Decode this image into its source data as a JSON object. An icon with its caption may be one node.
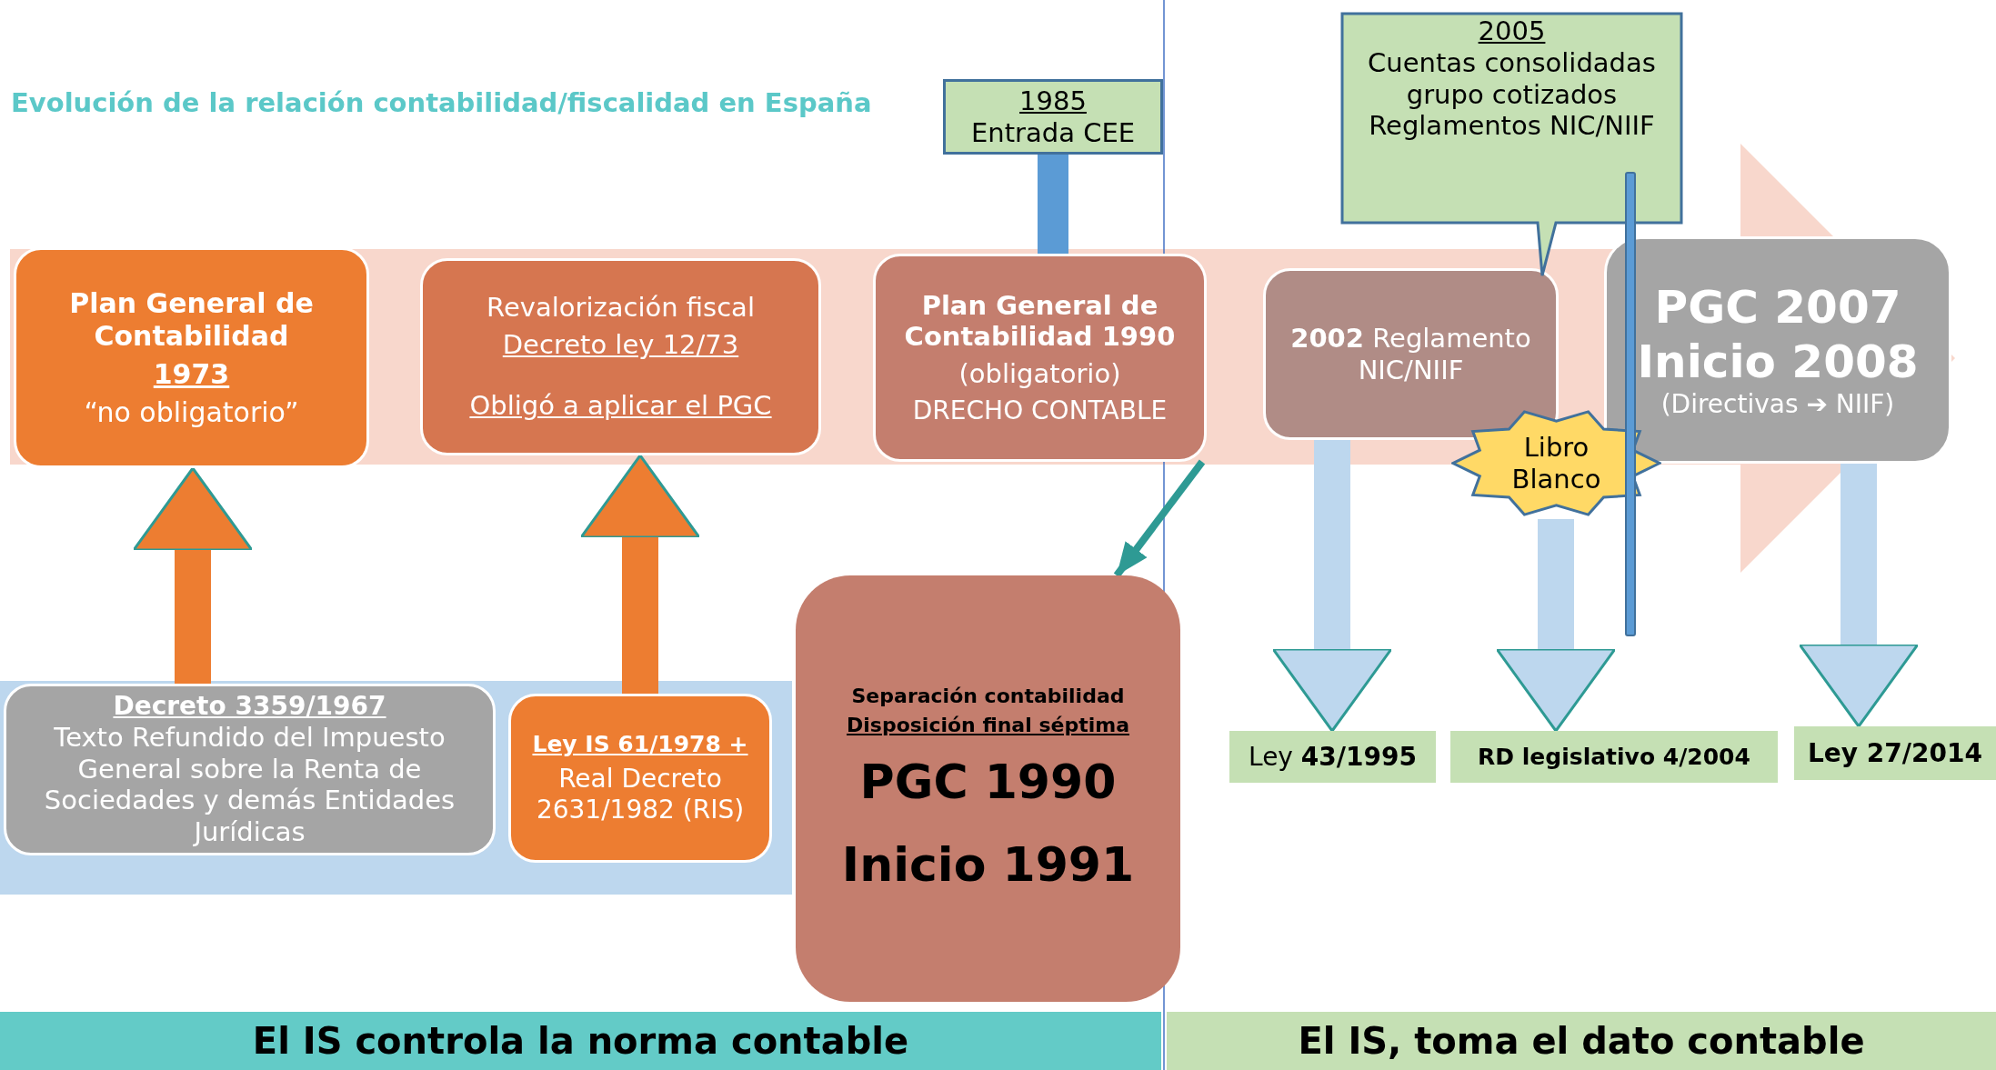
{
  "diagram": {
    "title": "Evolución de la relación contabilidad/fiscalidad en España",
    "nodes": [
      {
        "text": [
          "Plan General de Contabilidad",
          "1973",
          "“no obligatorio”"
        ]
      },
      {
        "text": [
          "Revalorización fiscal",
          "Decreto ley 12/73",
          "Obligó a aplicar el PGC"
        ]
      },
      {
        "text": [
          "Plan General de Contabilidad 1990",
          "(obligatorio)",
          "DRECHO CONTABLE"
        ]
      },
      {
        "text": [
          "1985",
          "Entrada CEE"
        ]
      },
      {
        "text": [
          "**2002** Reglamento NIC/NIIF"
        ]
      },
      {
        "text": [
          "2005",
          "Cuentas consolidadas grupo cotizados Reglamentos NIC/NIIF"
        ]
      },
      {
        "text": [
          "PGC 2007 Inicio 2008",
          "(Directivas ➔ NIIF)"
        ]
      },
      {
        "text": [
          "Libro Blanco"
        ]
      },
      {
        "text": [
          "Decreto 3359/1967",
          "Texto Refundido del Impuesto General sobre la Renta de Sociedades y demás Entidades Jurídicas"
        ]
      },
      {
        "text": [
          "Ley IS 61/1978 +",
          "Real Decreto 2631/1982 (RIS)"
        ]
      },
      {
        "text": [
          "Separación contabilidad",
          "Disposición final séptima",
          "PGC 1990",
          "Inicio 1991"
        ]
      },
      {
        "text": [
          "Ley **43/1995**"
        ]
      },
      {
        "text": [
          "RD legislativo 4/2004"
        ]
      },
      {
        "text": [
          "Ley 27/2014"
        ]
      },
      {
        "text": [
          "El IS controla la norma contable"
        ]
      },
      {
        "text": [
          "El IS, toma el dato contable"
        ]
      },
      {
        "text": [],
        "shape": "bar"
      }
    ],
    "edges": [
      {
        "from": 8,
        "to": 0,
        "arrow": "to",
        "color": "#ed7d31"
      },
      {
        "from": 9,
        "to": 1,
        "arrow": "to",
        "color": "#ed7d31"
      },
      {
        "from": 2,
        "to": 10,
        "arrow": "to",
        "color": "#2e9a94"
      },
      {
        "from": 3,
        "to": 2,
        "arrow": "none",
        "color": "#5b9bd5"
      },
      {
        "from": 4,
        "to": 11,
        "arrow": "to",
        "color": "#bdd7ee"
      },
      {
        "from": 7,
        "to": 12,
        "arrow": "to",
        "color": "#bdd7ee"
      },
      {
        "from": 6,
        "to": 13,
        "arrow": "to",
        "color": "#bdd7ee"
      }
    ]
  }
}
